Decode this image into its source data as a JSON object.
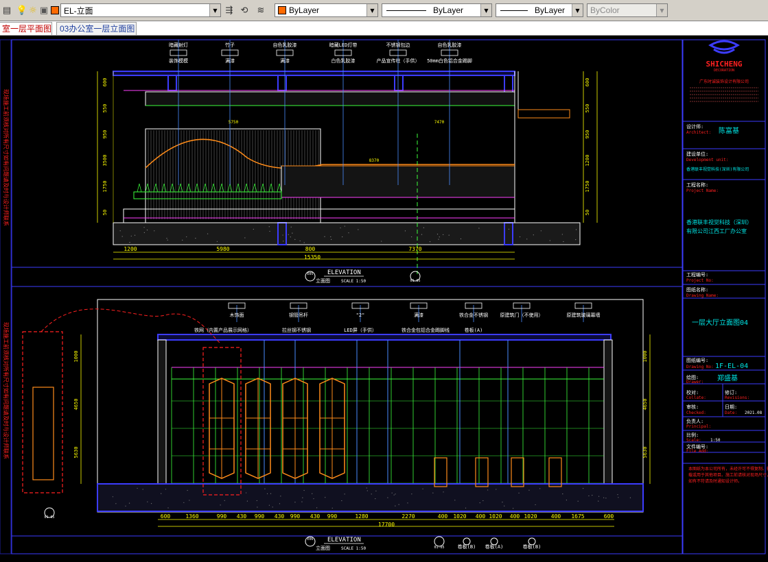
{
  "toolbar": {
    "layer_name": "EL-立面",
    "color_combo": "ByLayer",
    "linetype_combo": "ByLayer",
    "lineweight_combo": "ByLayer",
    "plotstyle_combo": "ByColor"
  },
  "tabs": [
    {
      "label": "室一层平面图"
    },
    {
      "label": "03办公室一层立面图"
    }
  ],
  "drawing": {
    "top": {
      "callouts": [
        "暗藏射灯",
        "竹子",
        "自色乳胶漆",
        "暗藏LED灯带",
        "不锈钢包边",
        "自色乳胶漆"
      ],
      "callouts2": [
        "装饰模模",
        "满漆",
        "满漆",
        "白色乳胶漆",
        "产品宣传柱（手供）",
        "50mm白色铝合金踢脚"
      ],
      "dims_bottom": [
        "1200",
        "5980",
        "800",
        "7370"
      ],
      "dim_total": "15350",
      "dims_top": [
        "5750",
        "7470",
        "8370"
      ],
      "elev_label": "ELEVATION",
      "elev_sub": "立面图",
      "scale": "SCALE 1:50",
      "elev_code": "E05",
      "section_code": "01-05"
    },
    "bottom": {
      "callouts": [
        "木饰面",
        "钢管吊杆",
        "\"2\"",
        "满漆",
        "铁合金不锈钢",
        "原建筑门（不使用）",
        "原建筑玻璃幕墙"
      ],
      "callouts2": [
        "铁网（内置产品展示网格）",
        "拉丝钢不锈钢",
        "LED屏（手供）",
        "铁合金包铝合金踢脚线",
        "卷板(A)"
      ],
      "dims_bottom": [
        "600",
        "1360",
        "990",
        "430",
        "990",
        "430",
        "990",
        "430",
        "990",
        "1280",
        "2270",
        "400",
        "1020",
        "400",
        "1020",
        "400",
        "1020",
        "400",
        "1675",
        "600"
      ],
      "dim_total": "17700",
      "elev_label": "ELEVATION",
      "elev_sub": "立面图",
      "scale": "SCALE 1:50",
      "elev_code": "E06",
      "section_code": "01-05",
      "bottom_labels": [
        "卷板(B)",
        "卷板(A)",
        "卷板(B)"
      ],
      "left_detail_label": "01-05"
    },
    "titleblock": {
      "logo_text": "SHICHENG",
      "logo_sub": "DECORATION",
      "company": "广东时诚装饰设计有限公司",
      "designer_label": "设计师:",
      "designer_en": "Architect:",
      "designer_name": "陈富基",
      "dev_label": "建设单位:",
      "dev_en": "Development unit:",
      "dev_name": "香港联丰视觉科技(深圳)有限公司",
      "proj_label": "工程名称:",
      "proj_en": "Project Name:",
      "proj_name_1": "香港联丰视觉科技（深圳）",
      "proj_name_2": "有限公司江西工厂办公室",
      "projno_label": "工程编号:",
      "projno_en": "Project No:",
      "drawing_name_label": "图纸名称:",
      "drawing_name_en": "Drawing Name:",
      "drawing_name": "一层大厅立面图04",
      "drawing_no_label": "图纸编号:",
      "drawing_no_en": "Drawing No:",
      "drawing_no": "1F-EL-04",
      "drawer_label": "绘图:",
      "drawer_en": "Drawer:",
      "drawer_name": "郑盛基",
      "collate_label": "校对:",
      "collate_en": "Collate:",
      "revise_label": "修订:",
      "revise_en": "Revisions:",
      "checked_label": "审核:",
      "checked_en": "Checked:",
      "date_label": "日期:",
      "date_en": "Date:",
      "date_value": "2021.08",
      "principal_label": "负责人:",
      "principal_en": "Principal:",
      "scale_label": "比例:",
      "scale_en": "Scale:",
      "scale_value": "1:50",
      "file_label": "文件编号:",
      "file_en": "File Add:",
      "note_red": "本图纸为本公司所有，未经许可不得复制、转载或用于其他项目。施工前请核对现场尺寸，如有不符请及时通知设计师。"
    },
    "side_text_left": "现场施工前须核对所有尺寸如有问题请及时与设计师联系",
    "colors": {
      "frame": "#3c3cff",
      "wall": "#ffffff",
      "dim": "#ffff00",
      "callout": "#4a8cff",
      "green": "#3cff3c",
      "orange": "#ff8c1a",
      "magenta": "#ff40ff",
      "red": "#ff2020",
      "cyan": "#00e5e5"
    }
  }
}
